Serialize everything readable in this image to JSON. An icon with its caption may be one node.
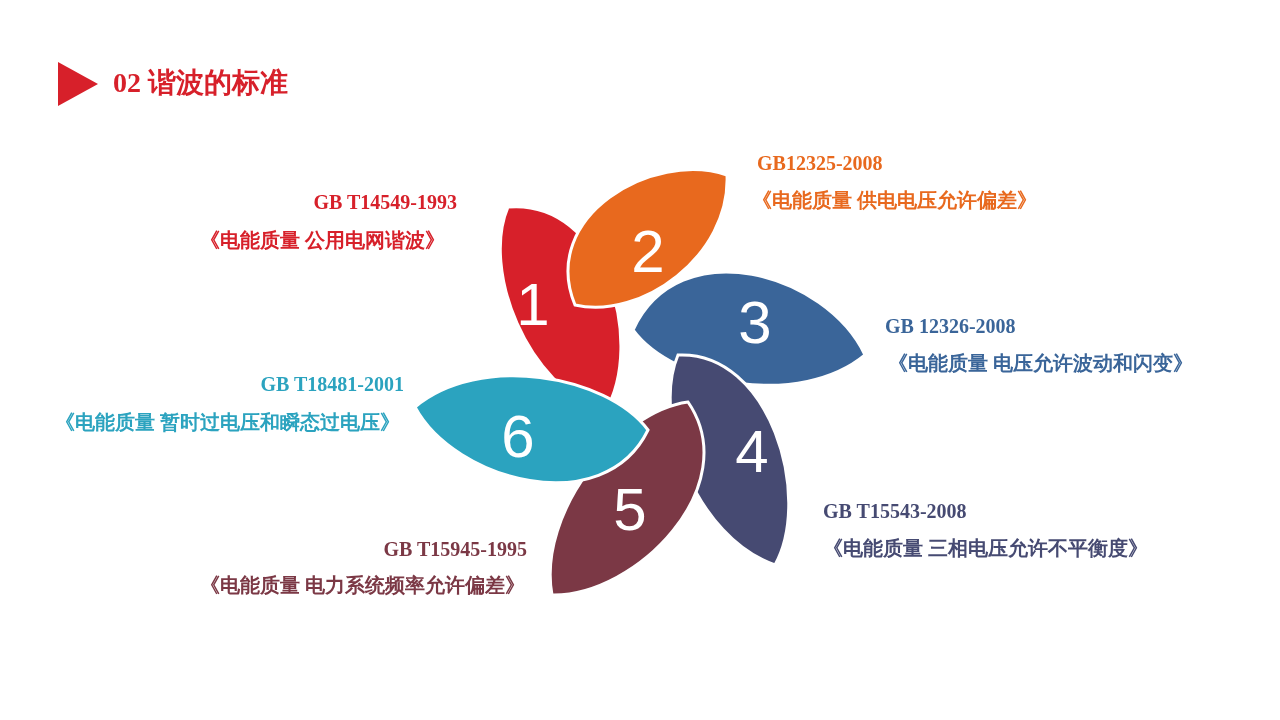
{
  "diagram": {
    "title": "02 谐波的标准",
    "nodes": [
      {
        "text": [
          "1"
        ],
        "beside": [
          "GB T14549-1993",
          "《电能质量 公用电网谐波》"
        ]
      },
      {
        "text": [
          "2"
        ],
        "beside": [
          "GB12325-2008",
          "《电能质量 供电电压允许偏差》"
        ]
      },
      {
        "text": [
          "3"
        ],
        "beside": [
          "GB 12326-2008",
          "《电能质量 电压允许波动和闪变》"
        ]
      },
      {
        "text": [
          "4"
        ],
        "beside": [
          "GB T15543-2008",
          "《电能质量 三相电压允许不平衡度》"
        ]
      },
      {
        "text": [
          "5"
        ],
        "beside": [
          "GB T15945-1995",
          "《电能质量 电力系统频率允许偏差》"
        ]
      },
      {
        "text": [
          "6"
        ],
        "beside": [
          "GB T18481-2001",
          "《电能质量 暂时过电压和瞬态过电压》"
        ]
      }
    ]
  }
}
